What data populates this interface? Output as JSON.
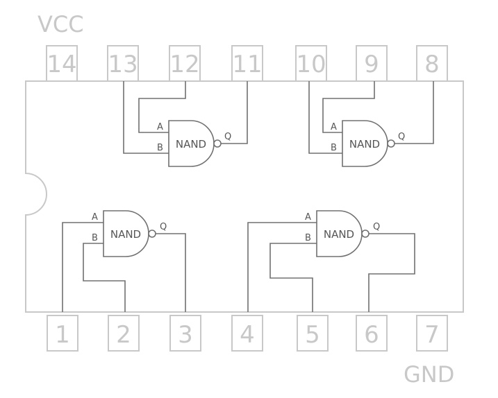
{
  "chip": {
    "vcc_label": "VCC",
    "gnd_label": "GND",
    "top_pins": [
      "14",
      "13",
      "12",
      "11",
      "10",
      "9",
      "8"
    ],
    "bottom_pins": [
      "1",
      "2",
      "3",
      "4",
      "5",
      "6",
      "7"
    ]
  },
  "gates": [
    {
      "label": "NAND",
      "input_a": "A",
      "input_b": "B",
      "output": "Q"
    },
    {
      "label": "NAND",
      "input_a": "A",
      "input_b": "B",
      "output": "Q"
    },
    {
      "label": "NAND",
      "input_a": "A",
      "input_b": "B",
      "output": "Q"
    },
    {
      "label": "NAND",
      "input_a": "A",
      "input_b": "B",
      "output": "Q"
    }
  ]
}
